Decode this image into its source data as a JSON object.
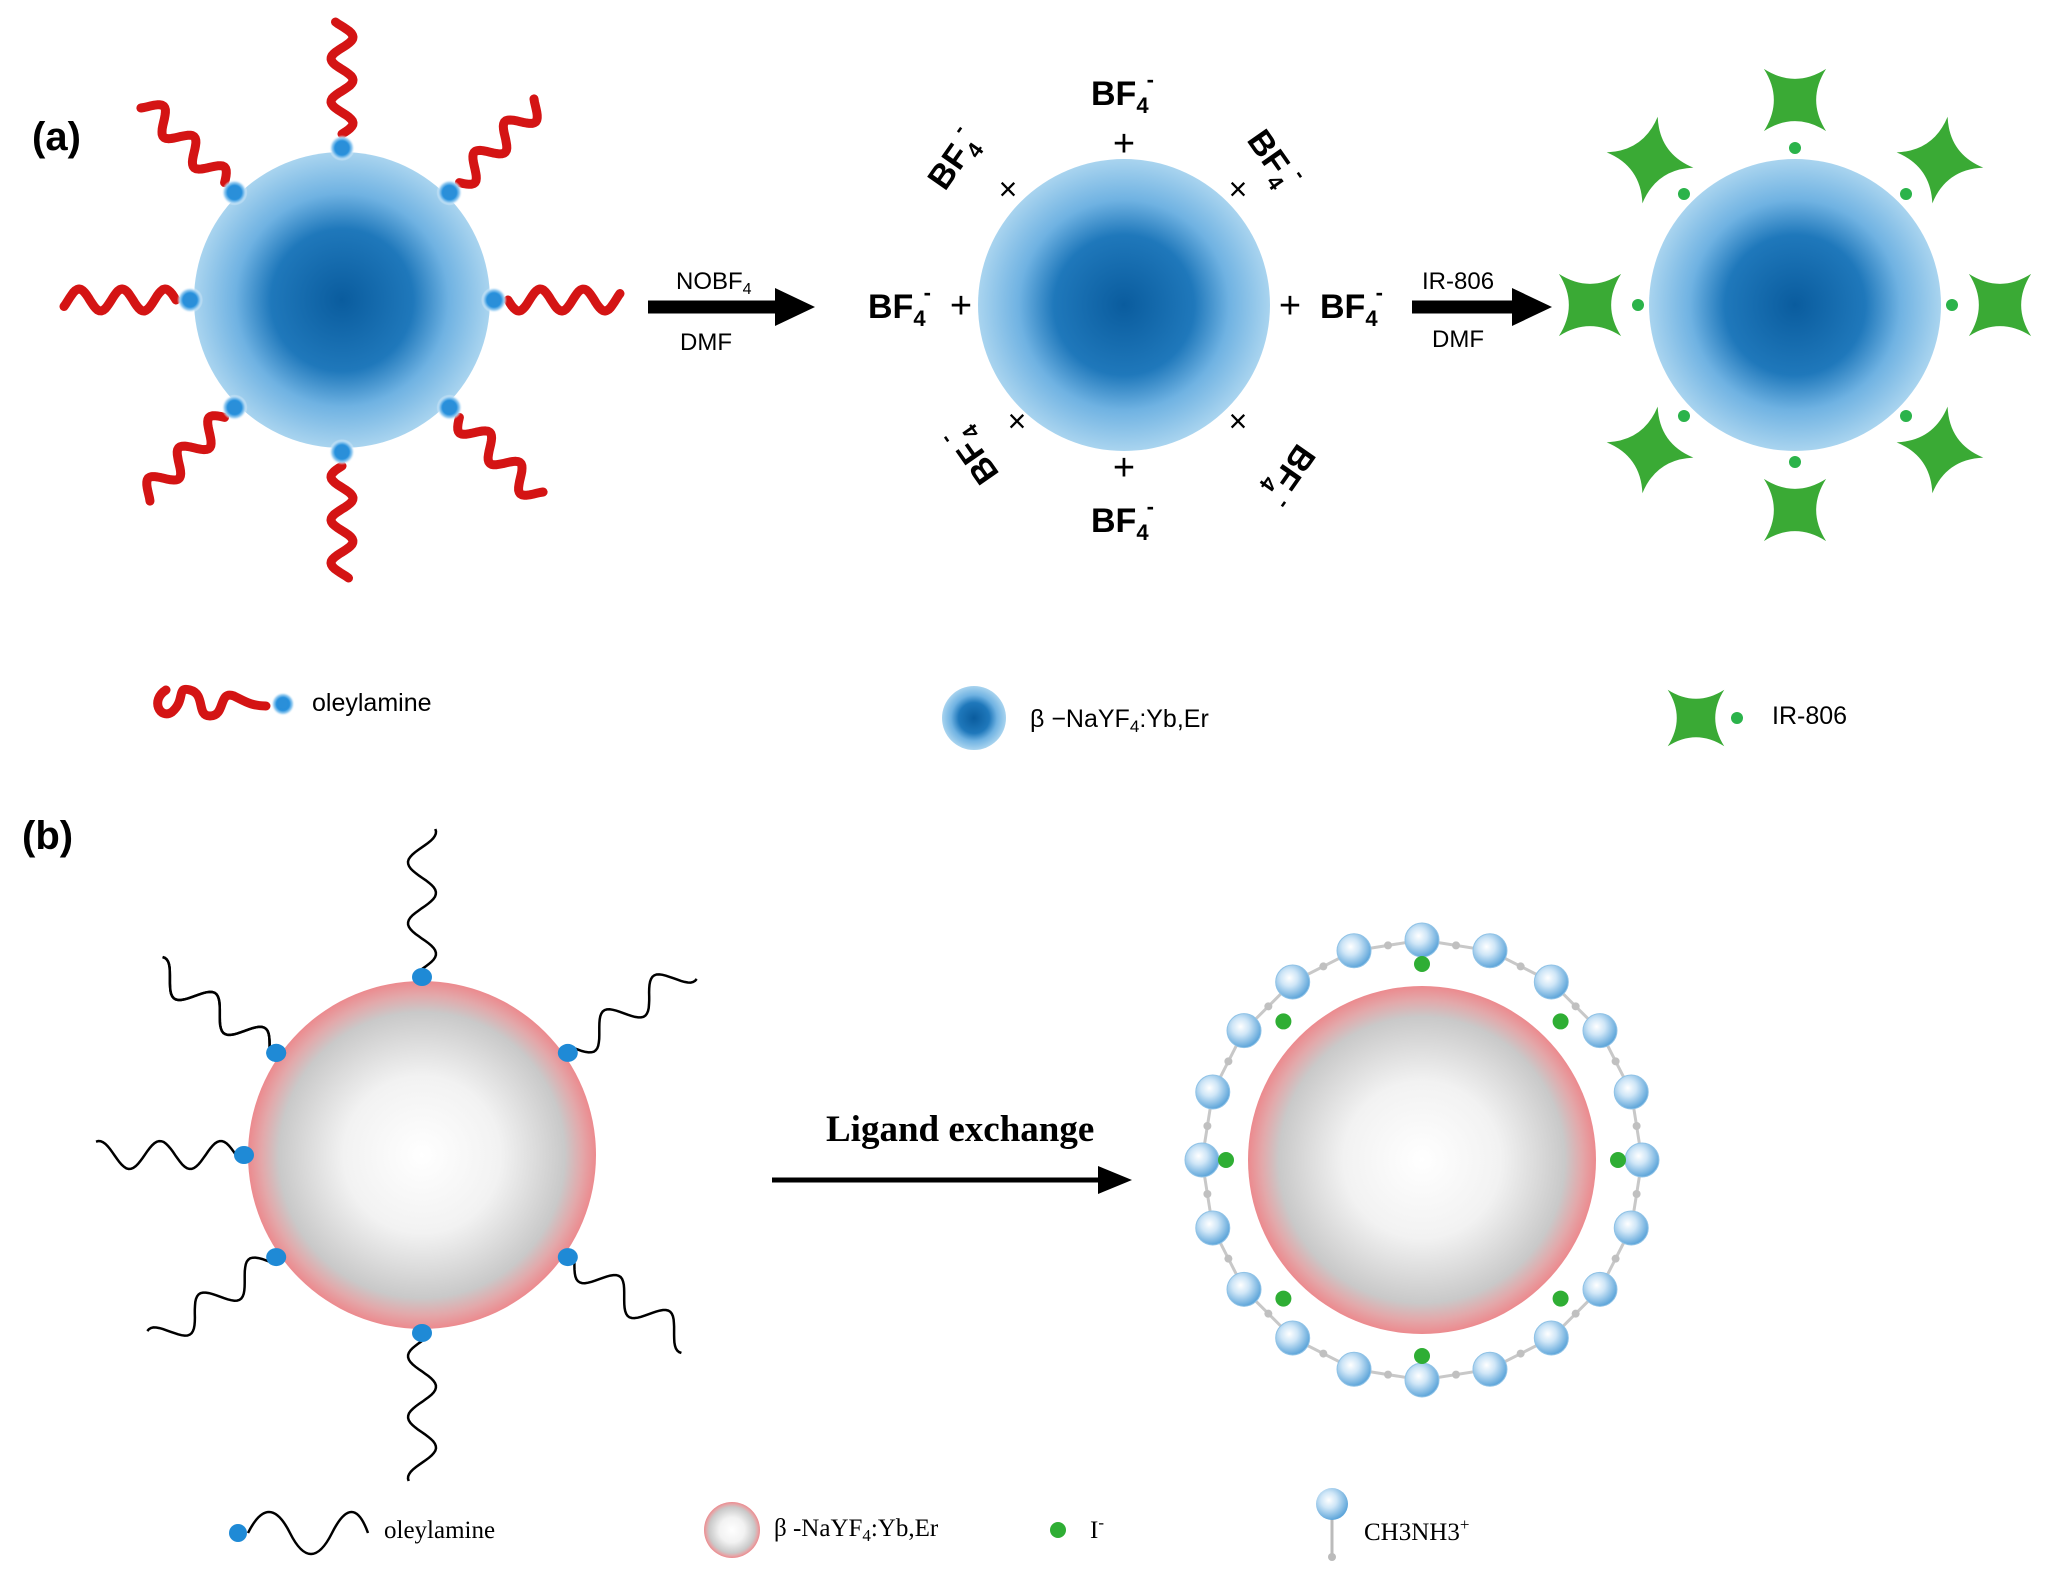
{
  "panel_a": {
    "label": "(a)",
    "arrow1": {
      "top": "NOBF",
      "top_sub": "4",
      "bottom": "DMF"
    },
    "arrow2": {
      "top": "IR-806",
      "bottom": "DMF"
    },
    "bf_text": "BF",
    "bf_sub": "4",
    "bf_sup": "-",
    "plus": "+",
    "legend": {
      "ligand": "oleylamine",
      "particle_prefix": "β −NaYF",
      "particle_sub": "4",
      "particle_suffix": ":Yb,Er",
      "dye": "IR-806"
    }
  },
  "panel_b": {
    "label": "(b)",
    "arrow_label": "Ligand exchange",
    "legend": {
      "ligand": "oleylamine",
      "particle_prefix": "β -NaYF",
      "particle_sub": "4",
      "particle_suffix": ":Yb,Er",
      "iodide": "I",
      "iodide_sup": "-",
      "cation": "CH3NH3",
      "cation_sup": "+"
    }
  },
  "colors": {
    "ligand_red": "#d41414",
    "particle_blue_core": "#0a5fa0",
    "particle_blue_edge": "#a6d2ee",
    "dye_green": "#3aaa35",
    "particle_pink_edge": "#e8888c",
    "cation_blue": "#7fbbe6"
  }
}
